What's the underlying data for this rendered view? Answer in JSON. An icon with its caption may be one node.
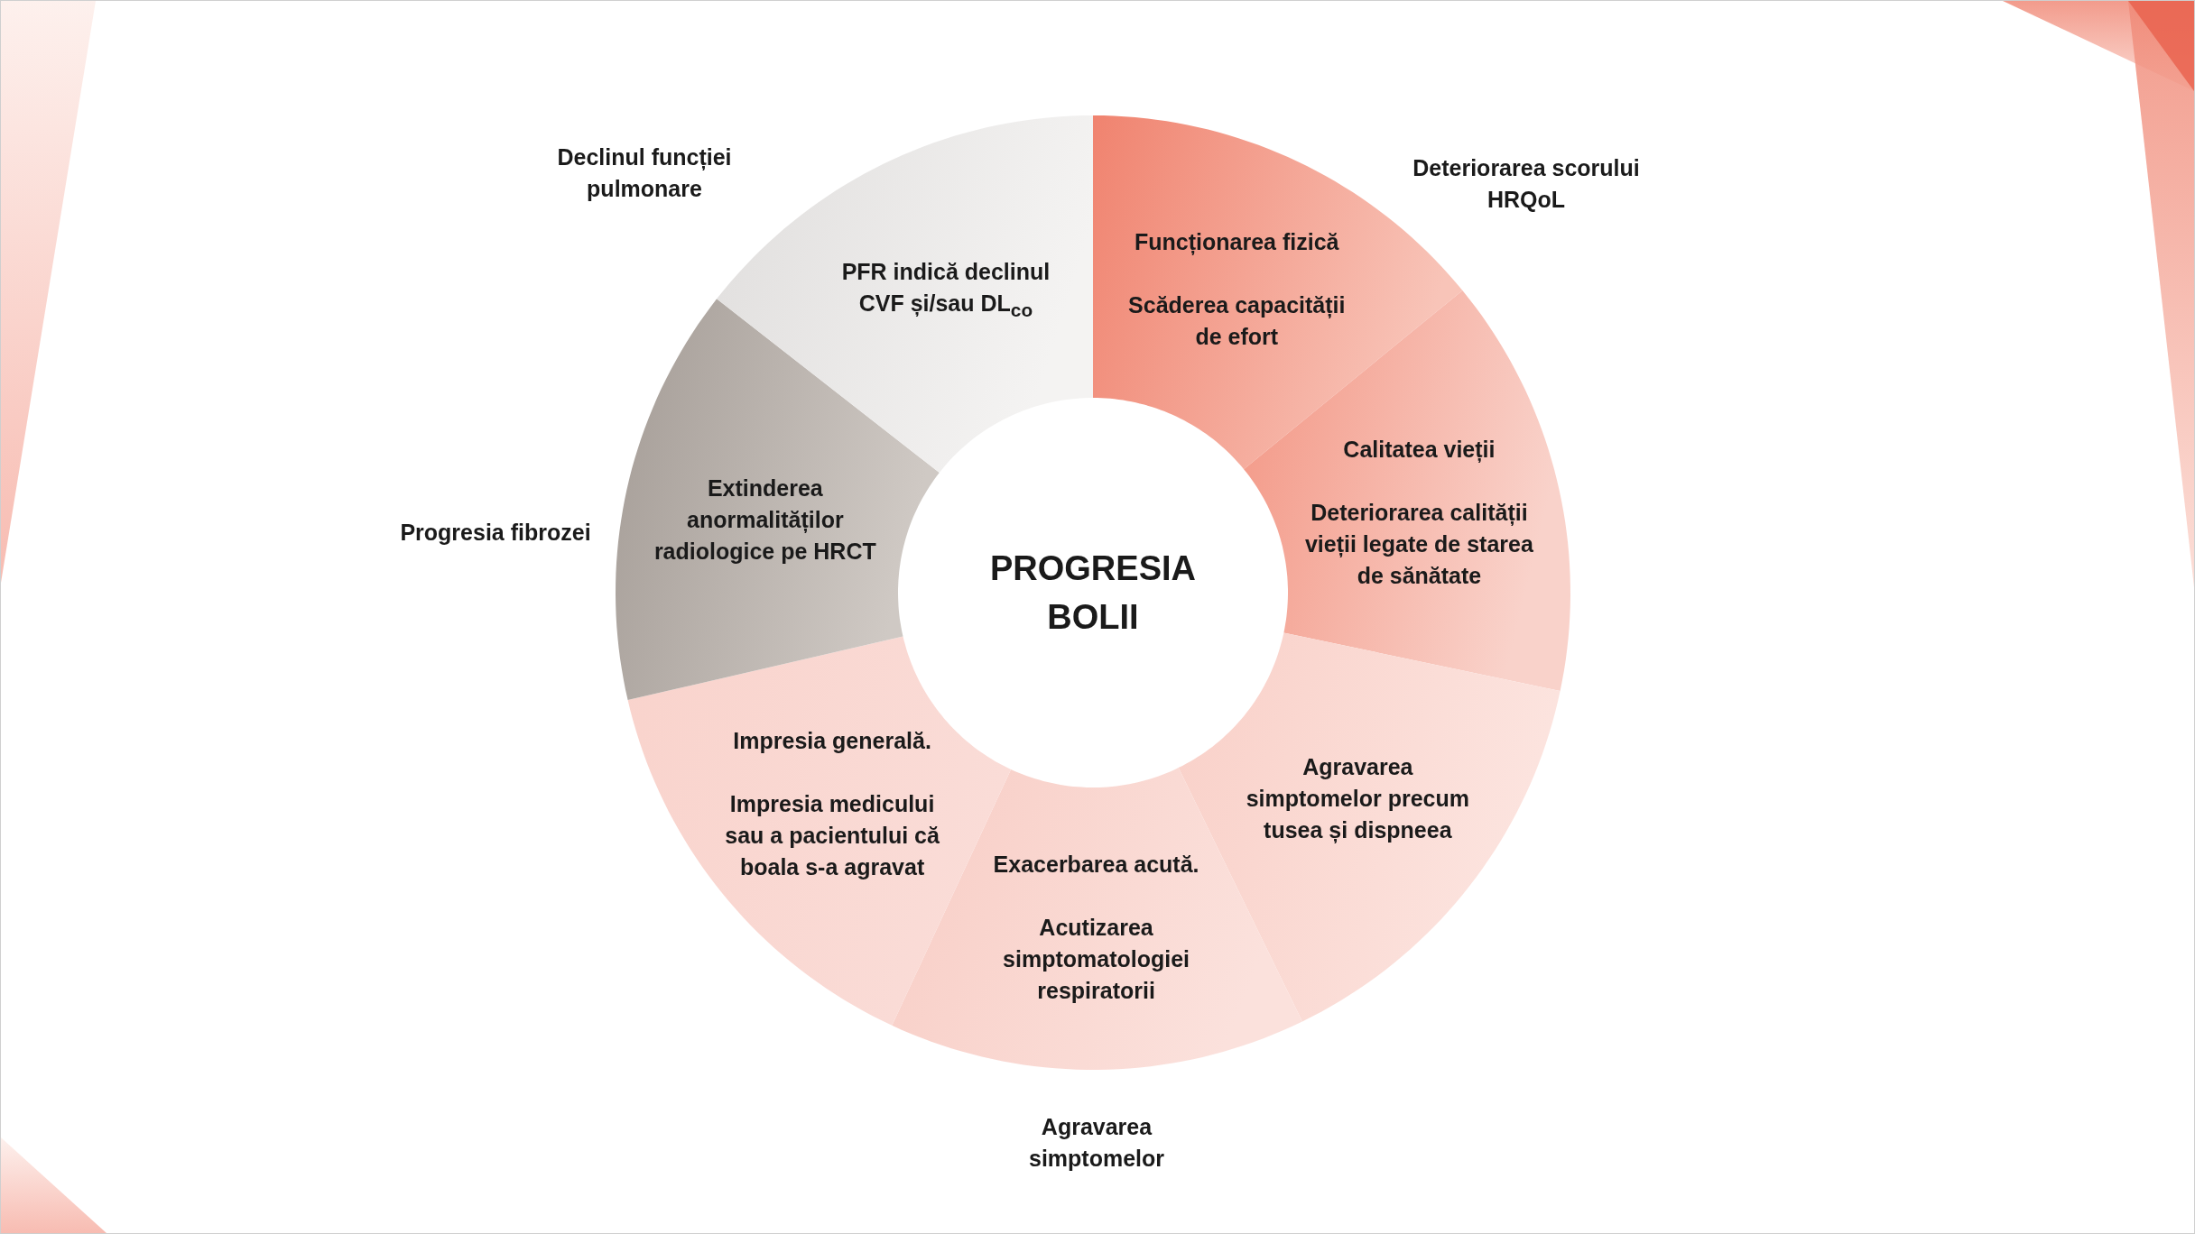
{
  "diagram": {
    "nodes": [
      {
        "text": [
          "PROGRESIA BOLII"
        ]
      },
      {
        "text": [
          "Funcționarea fizică",
          "Scăderea capacității de efort"
        ]
      },
      {
        "text": [
          "Calitatea vieții",
          "Deteriorarea calității vieții legate de starea de sănătate"
        ]
      },
      {
        "text": [
          "Agravarea simptomelor precum tusea și dispneea"
        ]
      },
      {
        "text": [
          "Exacerbarea acută.",
          "Acutizarea simptomatologiei respiratorii"
        ]
      },
      {
        "text": [
          "Impresia generală.",
          "Impresia medicului sau a pacientului că boala s-a agravat"
        ]
      },
      {
        "text": [
          "Extinderea anormalităților radiologice pe HRCT"
        ]
      },
      {
        "text": [
          "PFR indică declinul CVF și/sau DL$_{co}$"
        ]
      }
    ],
    "labels": [
      "Declinul funcției pulmonare",
      "Deteriorarea scorului HRQoL",
      "Progresia fibrozei",
      "Agravarea simptomelor"
    ]
  }
}
